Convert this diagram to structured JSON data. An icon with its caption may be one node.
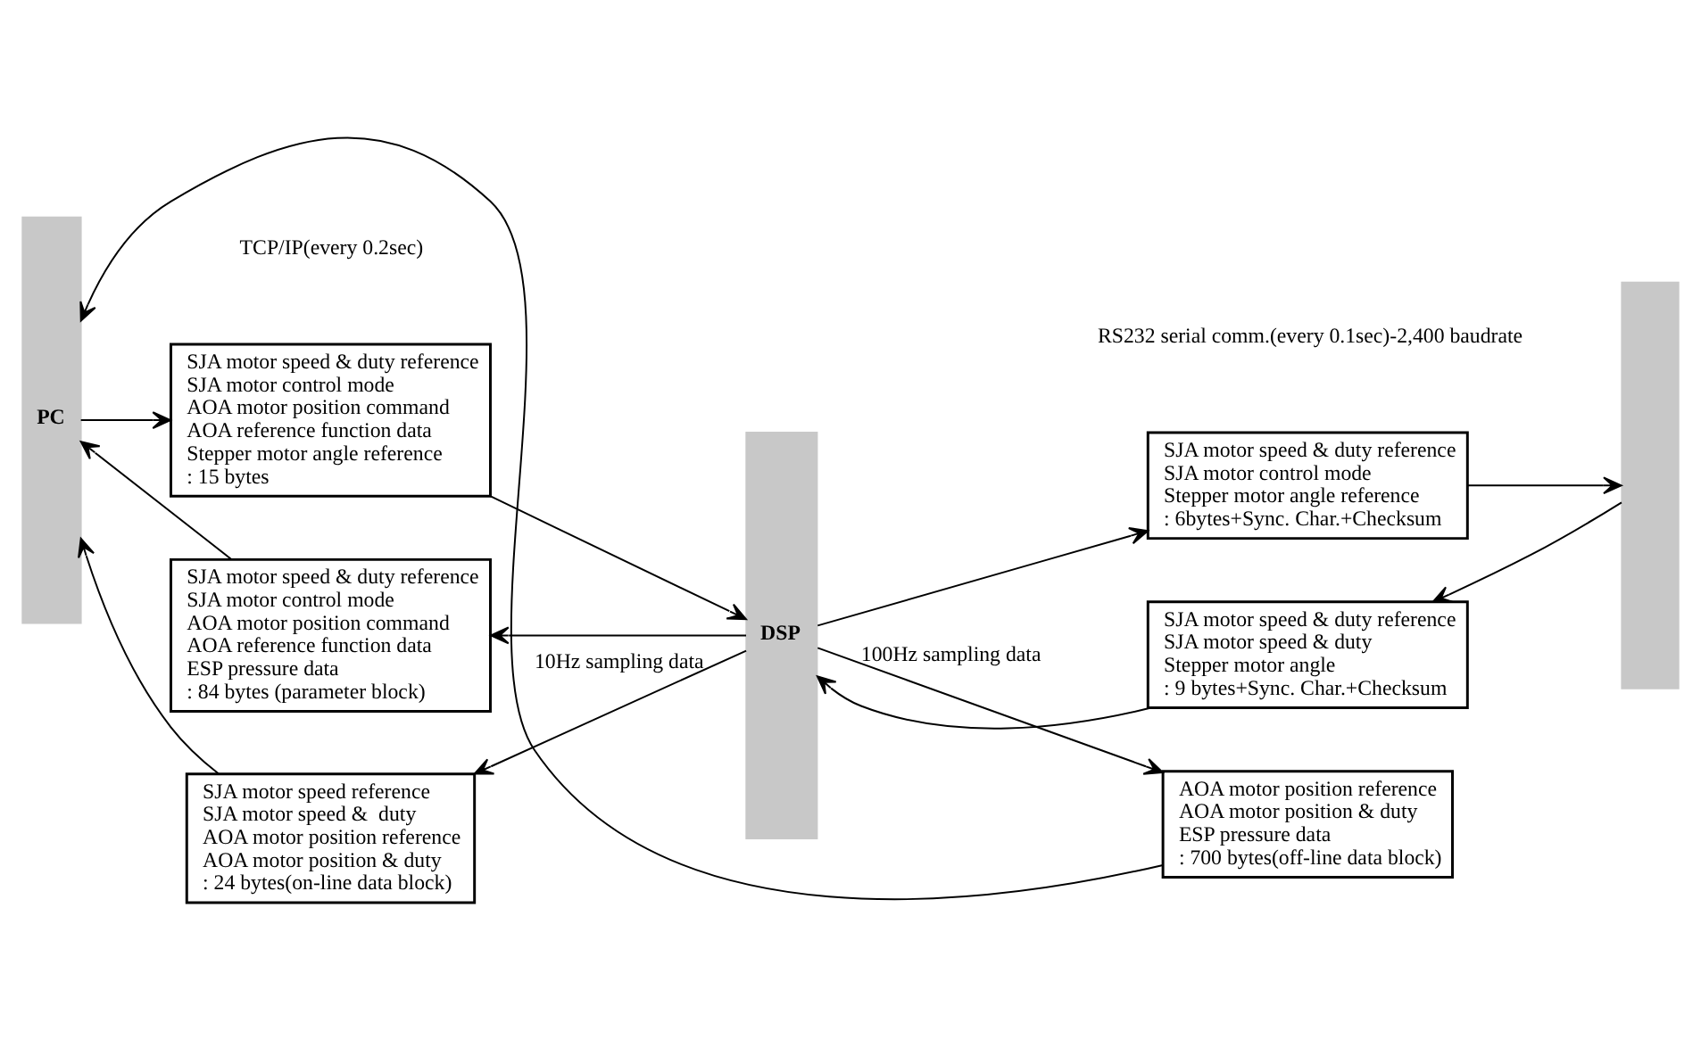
{
  "diagram": {
    "nodes": [
      {
        "text": [
          "PC"
        ]
      },
      {
        "text": [
          "SJA motor speed & duty reference",
          "SJA motor control mode",
          "AOA motor position command",
          "AOA reference function data",
          "Stepper motor angle reference",
          ": 15 bytes"
        ]
      },
      {
        "text": [
          "DSP"
        ]
      },
      {
        "text": [
          "SJA motor speed & duty reference",
          "SJA motor control mode",
          "Stepper motor angle reference",
          ": 6bytes+Sync. Char.+Checksum"
        ]
      },
      {
        "text": [],
        "shape": "bar"
      },
      {
        "text": [
          "SJA motor speed & duty reference",
          "SJA motor speed & duty",
          "Stepper motor angle",
          ": 9 bytes+Sync. Char.+Checksum"
        ]
      },
      {
        "text": [
          "SJA motor speed & duty reference",
          "SJA motor control mode",
          "AOA motor position command",
          "AOA reference function data",
          "ESP pressure data",
          ": 84 bytes (parameter block)"
        ]
      },
      {
        "text": [
          "SJA motor speed reference",
          "SJA motor speed &  duty",
          "AOA motor position reference",
          "AOA motor position & duty",
          ": 24 bytes(on-line data block)"
        ]
      },
      {
        "text": [
          "AOA motor position reference",
          "AOA motor position & duty",
          "ESP pressure data",
          ": 700 bytes(off-line data block)"
        ]
      }
    ],
    "edges": [
      {
        "from": 0,
        "to": 1,
        "arrow": "to"
      },
      {
        "from": 1,
        "to": 2,
        "arrow": "to"
      },
      {
        "from": 2,
        "to": 3,
        "arrow": "to"
      },
      {
        "from": 3,
        "to": 4,
        "arrow": "to"
      },
      {
        "from": 4,
        "to": 5,
        "arrow": "to"
      },
      {
        "from": 5,
        "to": 2,
        "arrow": "to"
      },
      {
        "from": 2,
        "to": 6,
        "arrow": "to"
      },
      {
        "from": 6,
        "to": 0,
        "arrow": "to"
      },
      {
        "from": 2,
        "to": 7,
        "arrow": "to",
        "label": "10Hz sampling data"
      },
      {
        "from": 2,
        "to": 8,
        "arrow": "to",
        "label": "100Hz sampling data"
      },
      {
        "from": 7,
        "to": 0,
        "arrow": "to"
      },
      {
        "from": 8,
        "to": 0,
        "arrow": "to"
      }
    ],
    "labels": [
      "TCP/IP(every 0.2sec)",
      "RS232 serial comm.(every 0.1sec)-2,400 baudrate"
    ]
  }
}
